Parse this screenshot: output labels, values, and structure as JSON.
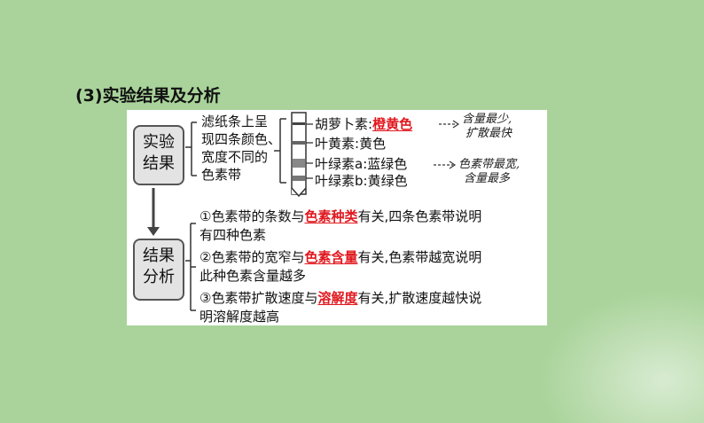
{
  "section_title": "(3)实验结果及分析",
  "result_box": {
    "line1": "实验",
    "line2": "结果"
  },
  "result_desc": [
    "滤纸条上呈",
    "现四条颜色、",
    "宽度不同的",
    "色素带"
  ],
  "pigments": [
    {
      "name": "胡萝卜素:",
      "color_label": "橙黄色",
      "highlight": true
    },
    {
      "name": "叶黄素:",
      "color_label": "黄色",
      "highlight": false
    },
    {
      "name": "叶绿素a:",
      "color_label": "蓝绿色",
      "highlight": false
    },
    {
      "name": "叶绿素b:",
      "color_label": "黄绿色",
      "highlight": false
    }
  ],
  "notes": {
    "note1": {
      "line1": "含量最少,",
      "line2": "扩散最快"
    },
    "note2": {
      "line1": "色素带最宽,",
      "line2": "含量最多"
    }
  },
  "analysis_box": {
    "line1": "结果",
    "line2": "分析"
  },
  "analysis": [
    {
      "pre": "①色素带的条数与",
      "key": "色素种类",
      "post": "有关,四条色素带说明",
      "line2": "有四种色素"
    },
    {
      "pre": "②色素带的宽窄与",
      "key": "色素含量",
      "post": "有关,色素带越宽说明",
      "line2": "此种色素含量越多"
    },
    {
      "pre": "③色素带扩散速度与",
      "key": "溶解度",
      "post": "有关,扩散速度越快说",
      "line2": "明溶解度越高"
    }
  ],
  "colors": {
    "background": "#a9d39a",
    "highlight": "#e0191f",
    "box_fill": "#e3e3e3"
  }
}
